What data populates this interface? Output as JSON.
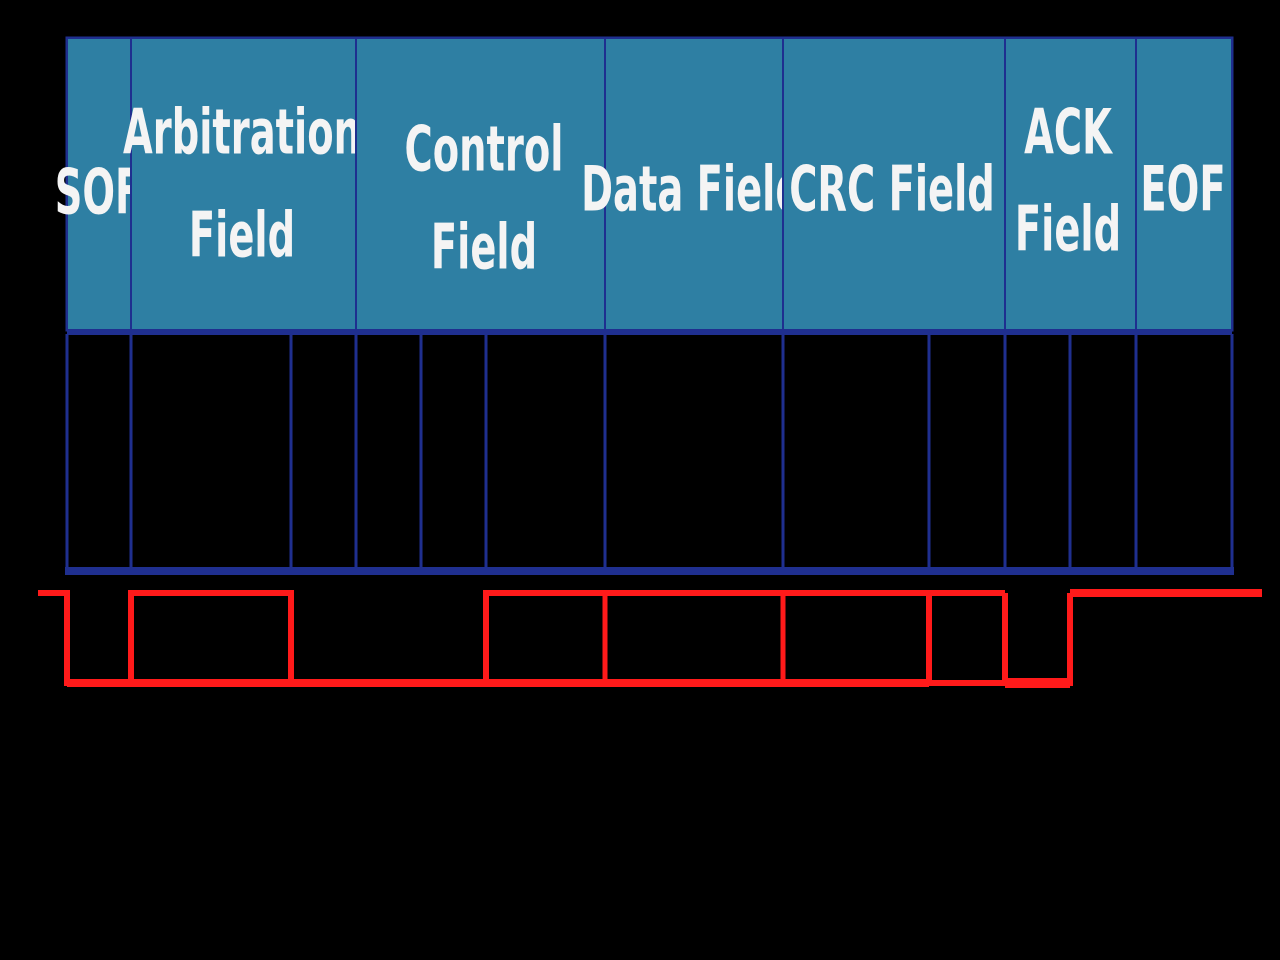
{
  "colors": {
    "background": "#000000",
    "header_fill": "#2e7fa3",
    "grid_line": "#1f2f8f",
    "signal": "#ff1a1a",
    "label_text": "#f4f4f4"
  },
  "fields": [
    {
      "id": "sof",
      "lines": [
        "SOF"
      ]
    },
    {
      "id": "arbitration",
      "lines": [
        "Arbitration",
        "Field"
      ]
    },
    {
      "id": "control",
      "lines": [
        "Control",
        "Field"
      ]
    },
    {
      "id": "data",
      "lines": [
        "Data Field"
      ]
    },
    {
      "id": "crc",
      "lines": [
        "CRC Field"
      ]
    },
    {
      "id": "ack",
      "lines": [
        "ACK",
        "Field"
      ]
    },
    {
      "id": "eof",
      "lines": [
        "EOF"
      ]
    }
  ]
}
